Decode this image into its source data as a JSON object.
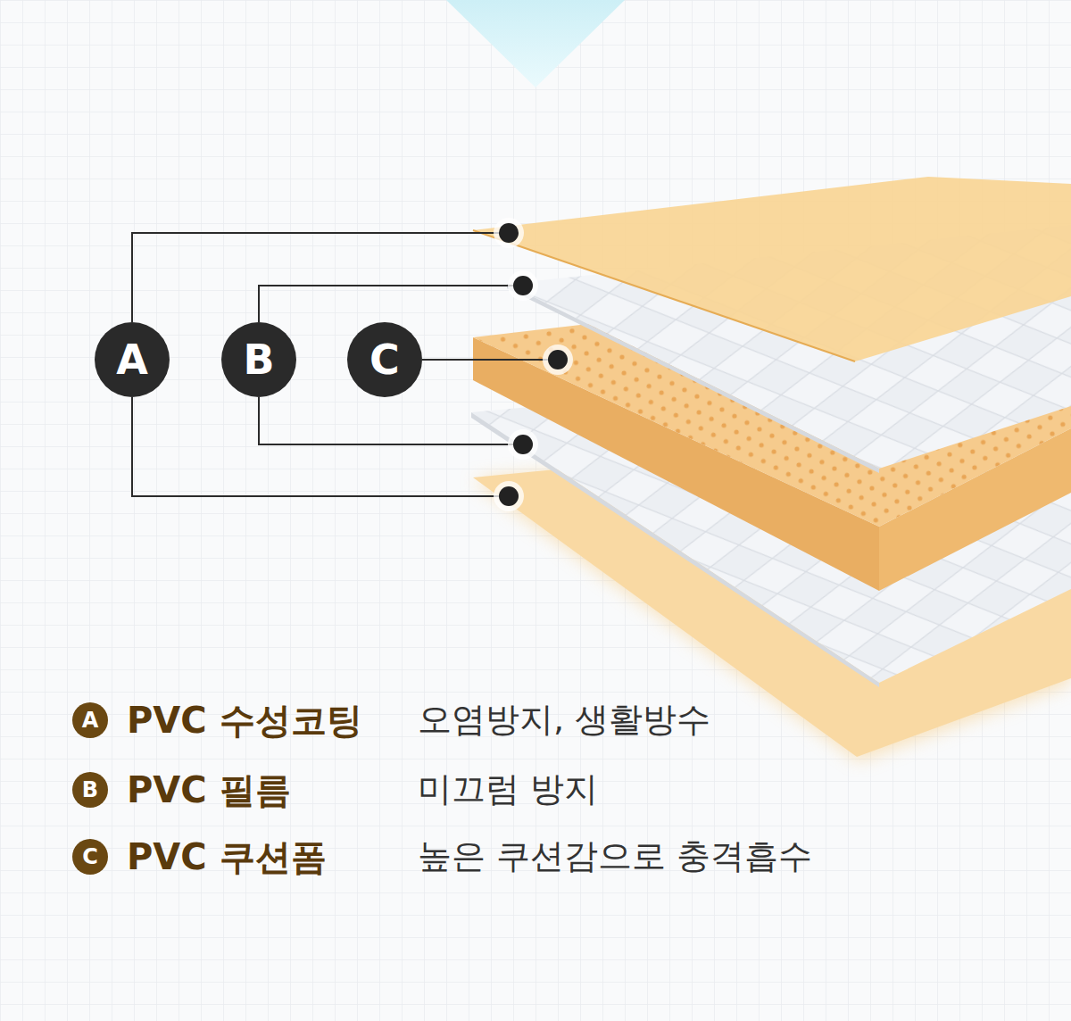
{
  "diagram": {
    "nodes": [
      {
        "text": [
          "A"
        ]
      },
      {
        "text": [
          "B"
        ]
      },
      {
        "text": [
          "C"
        ]
      },
      {
        "text": [
          "A"
        ]
      },
      {
        "text": [
          "B"
        ]
      },
      {
        "text": [
          "C"
        ]
      }
    ],
    "labels": [
      "PVC 수성코팅",
      "오염방지, 생활방수",
      "PVC 필름",
      "미끄럼 방지",
      "PVC 쿠션폼",
      "높은 쿠션감으로 충격흡수"
    ]
  }
}
